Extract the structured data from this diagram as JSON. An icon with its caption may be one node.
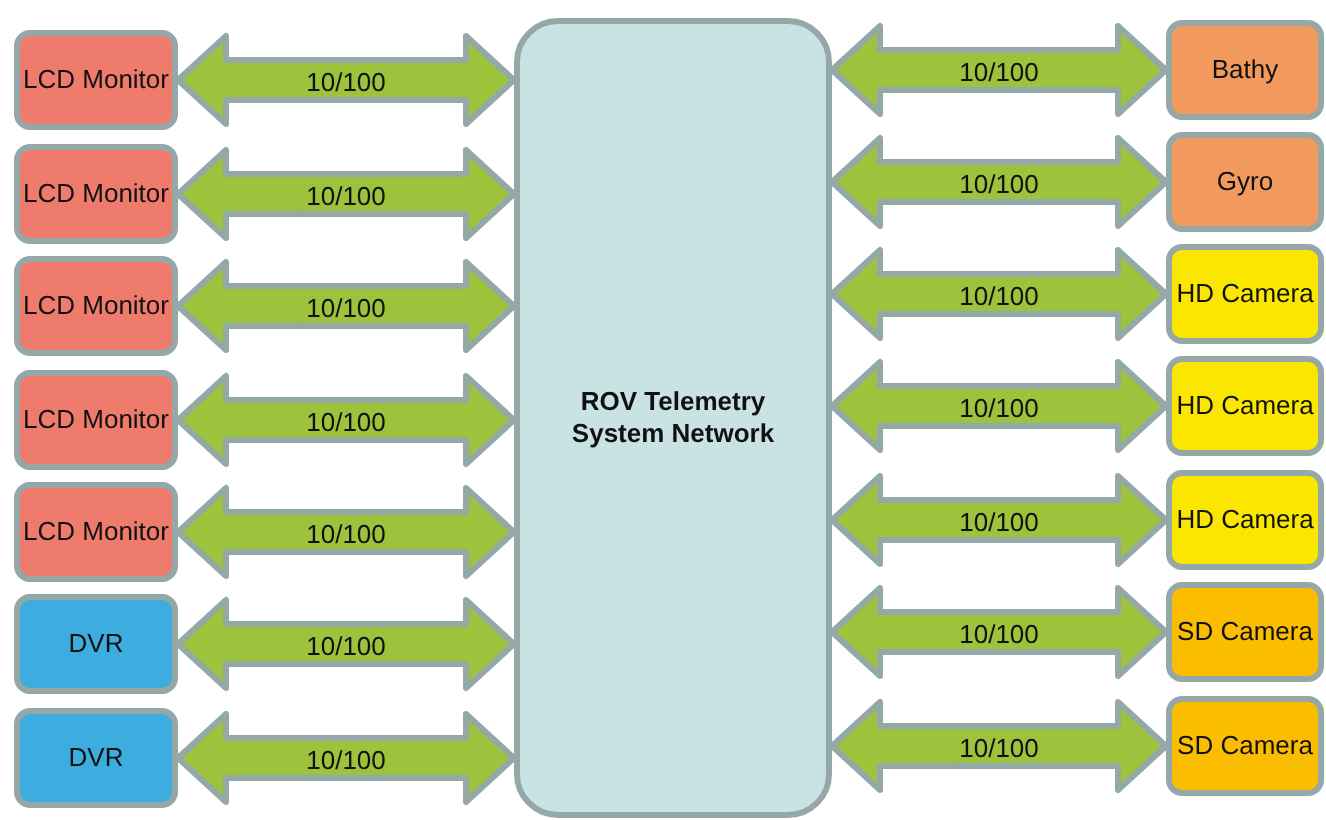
{
  "diagram": {
    "nodes": [
      {
        "text": [
          "LCD Monitor"
        ]
      },
      {
        "text": [
          "LCD Monitor"
        ]
      },
      {
        "text": [
          "LCD Monitor"
        ]
      },
      {
        "text": [
          "LCD Monitor"
        ]
      },
      {
        "text": [
          "LCD Monitor"
        ]
      },
      {
        "text": [
          "DVR"
        ]
      },
      {
        "text": [
          "DVR"
        ]
      },
      {
        "text": [
          "ROV Telemetry System Network"
        ]
      },
      {
        "text": [
          "Bathy"
        ]
      },
      {
        "text": [
          "Gyro"
        ]
      },
      {
        "text": [
          "HD Camera"
        ]
      },
      {
        "text": [
          "HD Camera"
        ]
      },
      {
        "text": [
          "HD Camera"
        ]
      },
      {
        "text": [
          "SD Camera"
        ]
      },
      {
        "text": [
          "SD Camera"
        ]
      }
    ],
    "edges": [
      {
        "from": 0,
        "to": 7,
        "arrow": "both",
        "label": "10/100"
      },
      {
        "from": 1,
        "to": 7,
        "arrow": "both",
        "label": "10/100"
      },
      {
        "from": 2,
        "to": 7,
        "arrow": "both",
        "label": "10/100"
      },
      {
        "from": 3,
        "to": 7,
        "arrow": "both",
        "label": "10/100"
      },
      {
        "from": 4,
        "to": 7,
        "arrow": "both",
        "label": "10/100"
      },
      {
        "from": 5,
        "to": 7,
        "arrow": "both",
        "label": "10/100"
      },
      {
        "from": 6,
        "to": 7,
        "arrow": "both",
        "label": "10/100"
      },
      {
        "from": 7,
        "to": 8,
        "arrow": "both",
        "label": "10/100"
      },
      {
        "from": 7,
        "to": 9,
        "arrow": "both",
        "label": "10/100"
      },
      {
        "from": 7,
        "to": 10,
        "arrow": "both",
        "label": "10/100"
      },
      {
        "from": 7,
        "to": 11,
        "arrow": "both",
        "label": "10/100"
      },
      {
        "from": 7,
        "to": 12,
        "arrow": "both",
        "label": "10/100"
      },
      {
        "from": 7,
        "to": 13,
        "arrow": "both",
        "label": "10/100"
      },
      {
        "from": 7,
        "to": 14,
        "arrow": "both",
        "label": "10/100"
      }
    ]
  }
}
